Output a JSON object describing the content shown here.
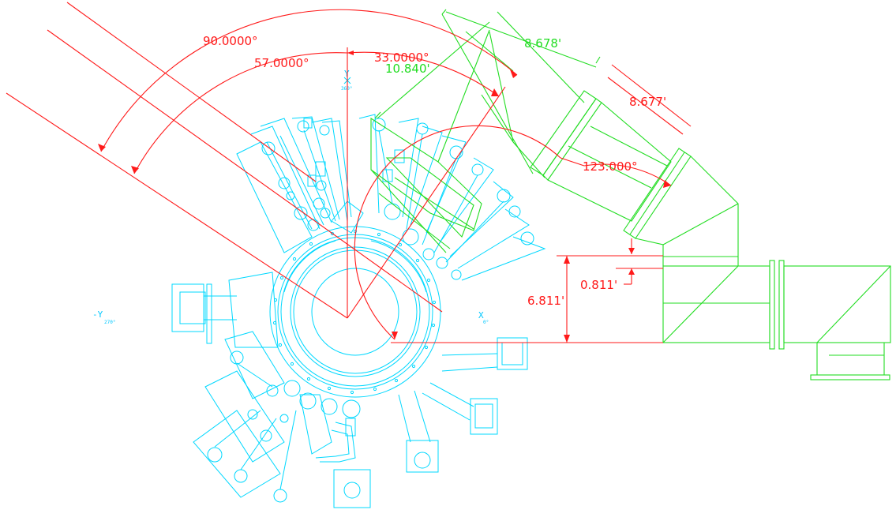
{
  "dimensions": {
    "angle_90": "90.0000°",
    "angle_57": "57.0000°",
    "angle_33": "33.0000°",
    "length_10840": "10.840'",
    "length_8678": "8.678'",
    "length_8677": "8.677'",
    "angle_123": "123.000°",
    "length_0811": "0.811'",
    "length_6811": "6.811'"
  },
  "axis_markers": {
    "y_top": "Y",
    "y_top_sub": "360°",
    "x_right": "X",
    "x_right_sub": "0°",
    "neg_y": "-Y",
    "neg_y_sub": "270°"
  },
  "colors": {
    "dimension": "#ff1a1a",
    "duct": "#22dd22",
    "chamber": "#00d8ff"
  }
}
